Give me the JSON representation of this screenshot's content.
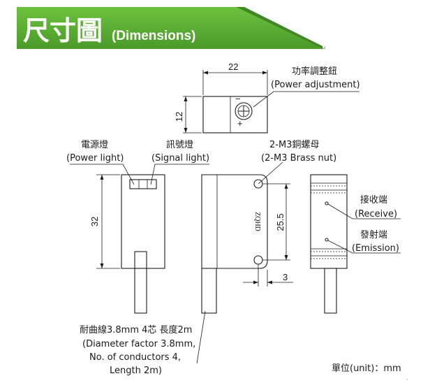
{
  "header": {
    "title_cjk": "尺寸圖",
    "title_en": "(Dimensions)",
    "banner_color": "#5aa832",
    "banner_dark": "#2f7a1c",
    "text_color": "#ffffff",
    "return_mark": "↵"
  },
  "top_view": {
    "width_dim": "22",
    "height_dim": "12",
    "knob_label_cn": "功率調整鈕",
    "knob_label_en": "(Power adjustment)",
    "minus_sign": "−",
    "plus_sign": "+"
  },
  "front_view": {
    "power_light_cn": "電源燈",
    "power_light_en": "(Power light)",
    "signal_light_cn": "訊號燈",
    "signal_light_en": "(Signal light)",
    "height_dim": "32"
  },
  "side_view": {
    "nut_label_cn": "2-M3銅螺母",
    "nut_label_en": "(2-M3 Brass nut)",
    "hole_spacing_dim": "25.5",
    "edge_dim": "3",
    "brand_text": "ZQHD"
  },
  "back_view": {
    "receive_cn": "接收端",
    "receive_en": "(Receive)",
    "emission_cn": "發射端",
    "emission_en": "(Emission)"
  },
  "cable_note": {
    "line1": "耐曲線3.8mm 4芯 長度2m",
    "line2": "(Diameter factor 3.8mm,",
    "line3": "No. of conductors 4,",
    "line4": "Length 2m)"
  },
  "unit_note": "單位(unit)：mm",
  "stray_mark": "·"
}
